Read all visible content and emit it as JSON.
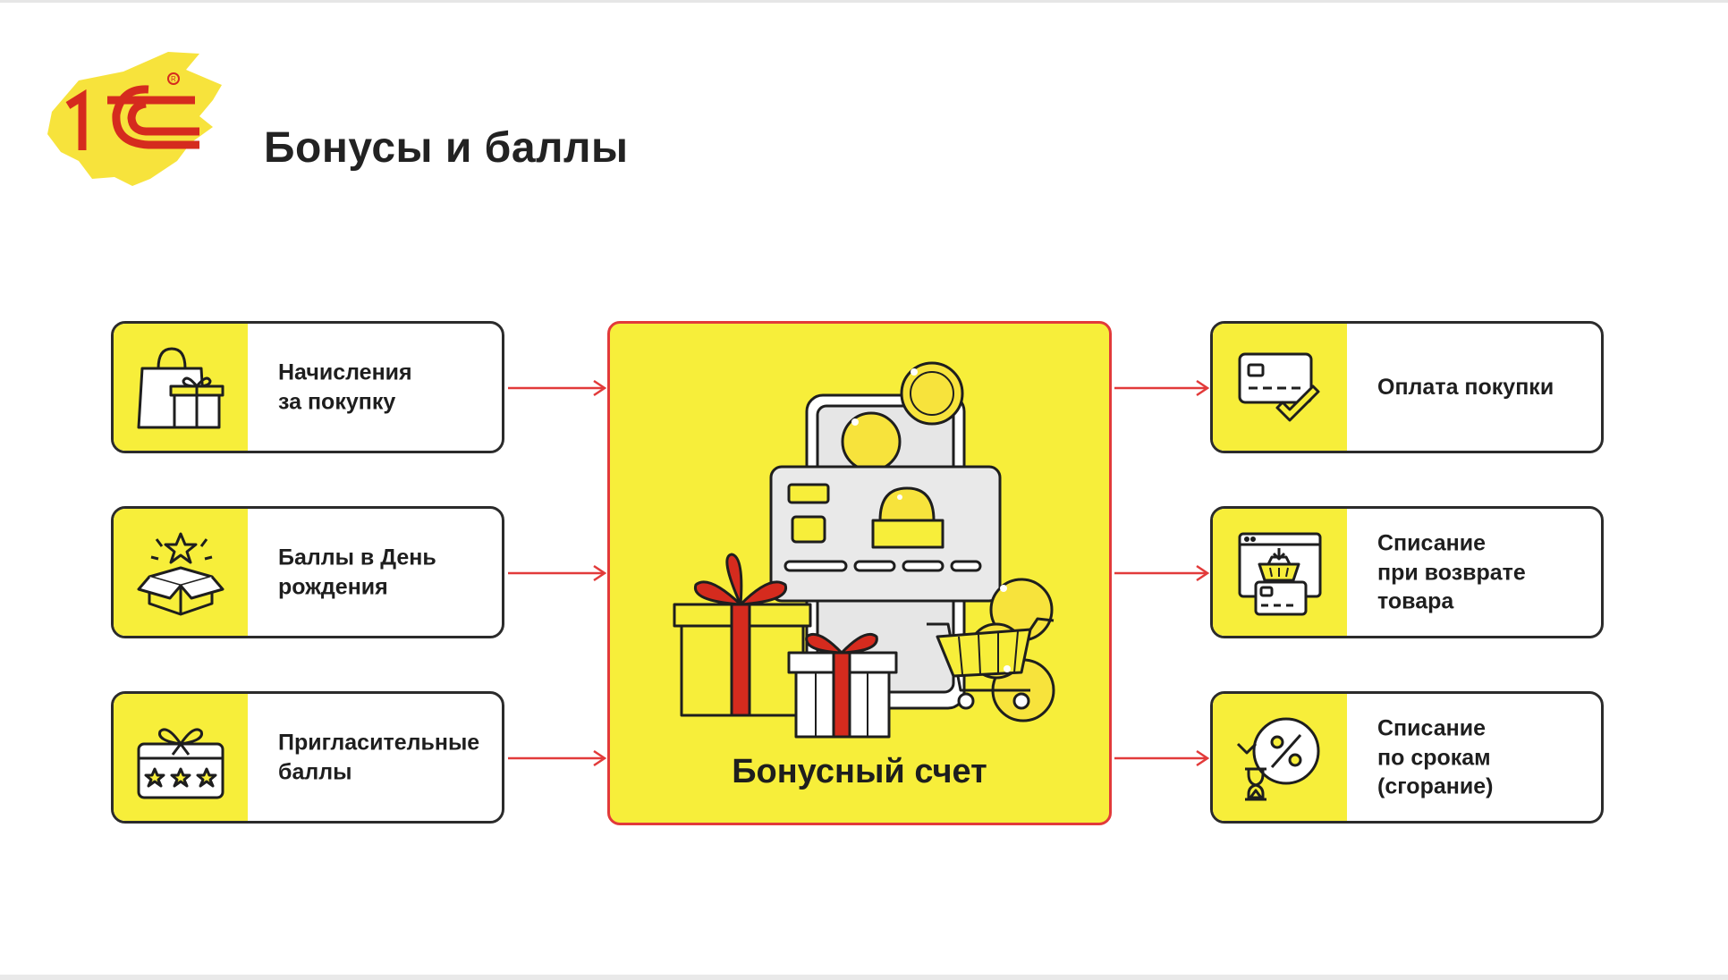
{
  "header": {
    "logo_text": "1C",
    "title": "Бонусы и баллы"
  },
  "left_cards": [
    {
      "label": "Начисления\nза покупку",
      "icon": "shopping-bag-gift-icon"
    },
    {
      "label": "Баллы в День\nрождения",
      "icon": "gift-box-star-icon"
    },
    {
      "label": "Пригласительные\nбаллы",
      "icon": "invite-card-stars-icon"
    }
  ],
  "center": {
    "title": "Бонусный счет",
    "icon": "bonus-account-illustration"
  },
  "right_cards": [
    {
      "label": "Оплата покупки",
      "icon": "card-check-icon"
    },
    {
      "label": "Списание\nпри возврате\nтовара",
      "icon": "return-basket-card-icon"
    },
    {
      "label": "Списание\nпо срокам\n(сгорание)",
      "icon": "hourglass-percent-icon"
    }
  ],
  "colors": {
    "accent_yellow": "#f7ee3a",
    "arrow_red": "#e23a3a",
    "logo_red": "#d52b1e",
    "border_dark": "#2b2b2b"
  }
}
